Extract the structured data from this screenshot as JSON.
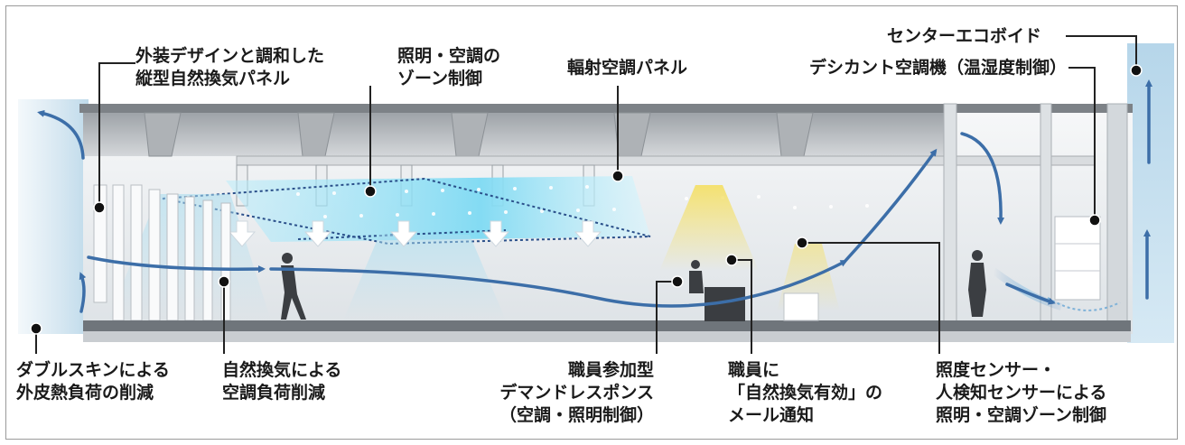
{
  "labels": {
    "vertical_panel": [
      "外装デザインと調和した",
      "縦型自然換気パネル"
    ],
    "zone_control": [
      "照明・空調の",
      "ゾーン制御"
    ],
    "radiant_panel": [
      "輻射空調パネル"
    ],
    "eco_void": [
      "センターエコボイド"
    ],
    "desiccant": [
      "デシカント空調機（温湿度制御）"
    ],
    "double_skin": [
      "ダブルスキンによる",
      "外皮熱負荷の削減"
    ],
    "natural_vent": [
      "自然換気による",
      "空調負荷削減"
    ],
    "demand_response": [
      "職員参加型",
      "デマンドレスポンス",
      "（空調・照明制御）"
    ],
    "mail_notice": [
      "職員に",
      "「自然換気有効」の",
      "メール通知"
    ],
    "sensor_control": [
      "照度センサー・",
      "人検知センサーによる",
      "照明・空調ゾーン制御"
    ]
  },
  "colors": {
    "ink": "#1a1a1a",
    "leader": "#222222",
    "airflow": "#3c6ea8",
    "radiant_glow": "#8fe0f5",
    "light_cone": "#f2e27a",
    "ceiling": "#b9bcbf",
    "interior": "#eef1f3",
    "exterior_air": "#cfe3ef"
  }
}
